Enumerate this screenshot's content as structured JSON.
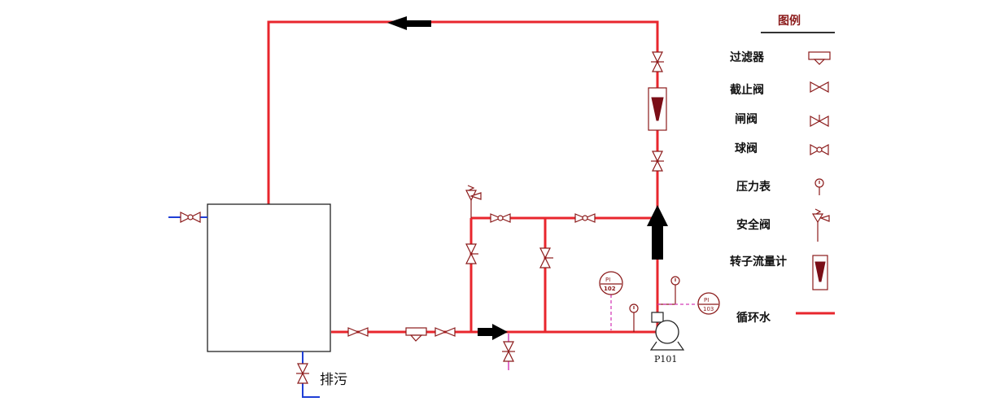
{
  "diagram": {
    "labels": {
      "drain": "排污",
      "pump": "P101",
      "gauge_102": "PI\n102",
      "gauge_103": "PI\n103"
    }
  },
  "legend": {
    "title": "图例",
    "items": [
      {
        "label": "过滤器",
        "icon": "filter-icon"
      },
      {
        "label": "截止阀",
        "icon": "globe-valve-icon"
      },
      {
        "label": "闸阀",
        "icon": "gate-valve-icon"
      },
      {
        "label": "球阀",
        "icon": "ball-valve-icon"
      },
      {
        "label": "压力表",
        "icon": "pressure-gauge-icon"
      },
      {
        "label": "安全阀",
        "icon": "safety-valve-icon"
      },
      {
        "label": "转子流量计",
        "icon": "rotameter-icon"
      },
      {
        "label": "循环水",
        "icon": "circulating-water-line-icon"
      }
    ]
  },
  "colors": {
    "pipe": "#e8262d",
    "symbol": "#8b1a1a",
    "drain_line": "#1f3fd6",
    "instrument_line": "#d53fb8",
    "arrow": "#000000"
  }
}
